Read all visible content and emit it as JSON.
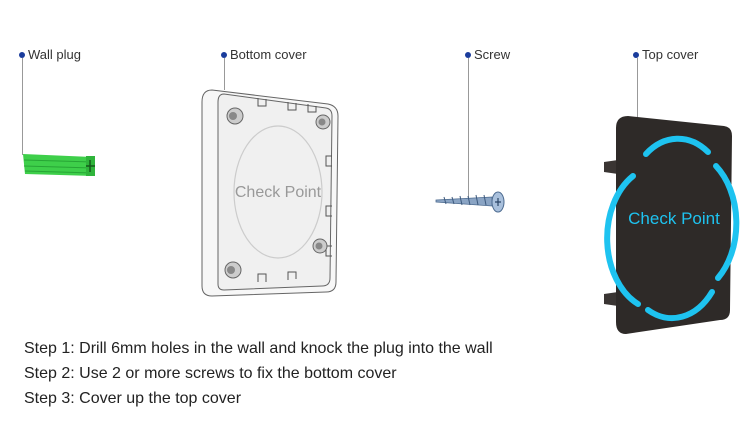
{
  "parts": [
    {
      "label": "Wall plug"
    },
    {
      "label": "Bottom cover"
    },
    {
      "label": "Screw"
    },
    {
      "label": "Top cover"
    }
  ],
  "logo_text": "Check Point",
  "steps": [
    "Step 1: Drill 6mm holes in the wall and knock the plug into the wall",
    "Step 2: Use 2 or more screws to fix the bottom cover",
    "Step 3: Cover up the top cover"
  ],
  "colors": {
    "dot": "#1a3c9c",
    "plug": "#3ecf4a",
    "ring": "#1ec3f0",
    "top_cover": "#2e2a28"
  }
}
